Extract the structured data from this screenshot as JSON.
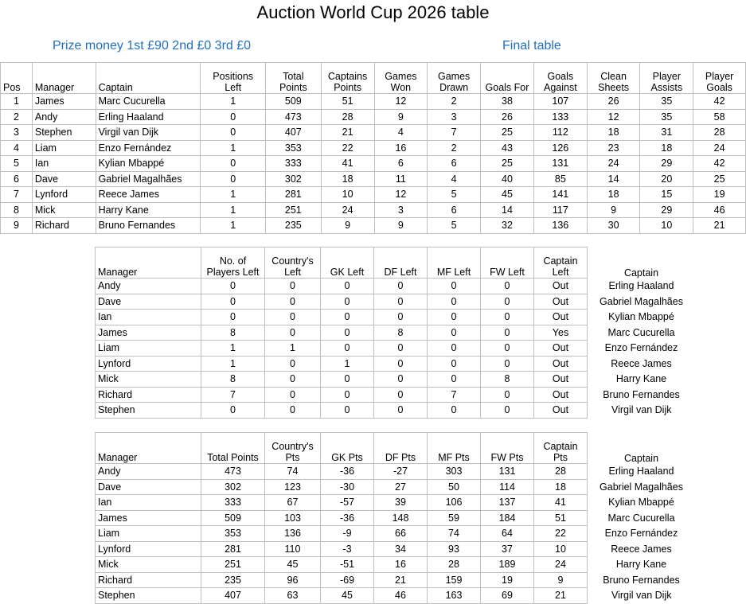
{
  "title": "Auction World Cup 2026 table",
  "prize": "Prize money  1st £90  2nd £0  3rd £0",
  "final": "Final table",
  "table1": {
    "headers": [
      [
        "",
        "Pos"
      ],
      [
        "",
        "Manager"
      ],
      [
        "",
        "Captain"
      ],
      [
        "Positions",
        "Left"
      ],
      [
        "Total",
        "Points"
      ],
      [
        "Captains",
        "Points"
      ],
      [
        "Games",
        "Won"
      ],
      [
        "Games",
        "Drawn"
      ],
      [
        "",
        "Goals For"
      ],
      [
        "Goals",
        "Against"
      ],
      [
        "Clean",
        "Sheets"
      ],
      [
        "Player",
        "Assists"
      ],
      [
        "Player",
        "Goals"
      ]
    ],
    "rows": [
      [
        "1",
        "James",
        "Marc Cucurella",
        "1",
        "509",
        "51",
        "12",
        "2",
        "38",
        "107",
        "26",
        "35",
        "42"
      ],
      [
        "2",
        "Andy",
        "Erling Haaland",
        "0",
        "473",
        "28",
        "9",
        "3",
        "26",
        "133",
        "12",
        "35",
        "58"
      ],
      [
        "3",
        "Stephen",
        "Virgil van Dijk",
        "0",
        "407",
        "21",
        "4",
        "7",
        "25",
        "112",
        "18",
        "31",
        "28"
      ],
      [
        "4",
        "Liam",
        "Enzo Fernández",
        "1",
        "353",
        "22",
        "16",
        "2",
        "43",
        "126",
        "23",
        "18",
        "24"
      ],
      [
        "5",
        "Ian",
        "Kylian Mbappé",
        "0",
        "333",
        "41",
        "6",
        "6",
        "25",
        "131",
        "24",
        "29",
        "42"
      ],
      [
        "6",
        "Dave",
        "Gabriel Magalhães",
        "0",
        "302",
        "18",
        "11",
        "4",
        "40",
        "85",
        "14",
        "20",
        "25"
      ],
      [
        "7",
        "Lynford",
        "Reece James",
        "1",
        "281",
        "10",
        "12",
        "5",
        "45",
        "141",
        "18",
        "15",
        "19"
      ],
      [
        "8",
        "Mick",
        "Harry Kane",
        "1",
        "251",
        "24",
        "3",
        "6",
        "14",
        "117",
        "9",
        "29",
        "46"
      ],
      [
        "9",
        "Richard",
        "Bruno Fernandes",
        "1",
        "235",
        "9",
        "9",
        "5",
        "32",
        "136",
        "30",
        "10",
        "21"
      ]
    ]
  },
  "table2": {
    "headers": [
      [
        "",
        "Manager"
      ],
      [
        "No. of",
        "Players Left"
      ],
      [
        "Country's",
        "Left"
      ],
      [
        "",
        "GK Left"
      ],
      [
        "",
        "DF Left"
      ],
      [
        "",
        "MF Left"
      ],
      [
        "",
        "FW Left"
      ],
      [
        "Captain",
        "Left"
      ],
      [
        "",
        "Captain"
      ]
    ],
    "rows": [
      [
        "Andy",
        "0",
        "0",
        "0",
        "0",
        "0",
        "0",
        "Out",
        "Erling Haaland"
      ],
      [
        "Dave",
        "0",
        "0",
        "0",
        "0",
        "0",
        "0",
        "Out",
        "Gabriel Magalhães"
      ],
      [
        "Ian",
        "0",
        "0",
        "0",
        "0",
        "0",
        "0",
        "Out",
        "Kylian Mbappé"
      ],
      [
        "James",
        "8",
        "0",
        "0",
        "8",
        "0",
        "0",
        "Yes",
        "Marc Cucurella"
      ],
      [
        "Liam",
        "1",
        "1",
        "0",
        "0",
        "0",
        "0",
        "Out",
        "Enzo Fernández"
      ],
      [
        "Lynford",
        "1",
        "0",
        "1",
        "0",
        "0",
        "0",
        "Out",
        "Reece James"
      ],
      [
        "Mick",
        "8",
        "0",
        "0",
        "0",
        "0",
        "8",
        "Out",
        "Harry Kane"
      ],
      [
        "Richard",
        "7",
        "0",
        "0",
        "0",
        "7",
        "0",
        "Out",
        "Bruno Fernandes"
      ],
      [
        "Stephen",
        "0",
        "0",
        "0",
        "0",
        "0",
        "0",
        "Out",
        "Virgil van Dijk"
      ]
    ]
  },
  "table3": {
    "headers": [
      [
        "",
        "Manager"
      ],
      [
        "",
        "Total Points"
      ],
      [
        "Country's",
        "Pts"
      ],
      [
        "",
        "GK Pts"
      ],
      [
        "",
        "DF Pts"
      ],
      [
        "",
        "MF Pts"
      ],
      [
        "",
        "FW Pts"
      ],
      [
        "Captain",
        "Pts"
      ],
      [
        "",
        "Captain"
      ]
    ],
    "rows": [
      [
        "Andy",
        "473",
        "74",
        "-36",
        "-27",
        "303",
        "131",
        "28",
        "Erling Haaland"
      ],
      [
        "Dave",
        "302",
        "123",
        "-30",
        "27",
        "50",
        "114",
        "18",
        "Gabriel Magalhães"
      ],
      [
        "Ian",
        "333",
        "67",
        "-57",
        "39",
        "106",
        "137",
        "41",
        "Kylian Mbappé"
      ],
      [
        "James",
        "509",
        "103",
        "-36",
        "148",
        "59",
        "184",
        "51",
        "Marc Cucurella"
      ],
      [
        "Liam",
        "353",
        "136",
        "-9",
        "66",
        "74",
        "64",
        "22",
        "Enzo Fernández"
      ],
      [
        "Lynford",
        "281",
        "110",
        "-3",
        "34",
        "93",
        "37",
        "10",
        "Reece James"
      ],
      [
        "Mick",
        "251",
        "45",
        "-51",
        "16",
        "28",
        "189",
        "24",
        "Harry Kane"
      ],
      [
        "Richard",
        "235",
        "96",
        "-69",
        "21",
        "159",
        "19",
        "9",
        "Bruno Fernandes"
      ],
      [
        "Stephen",
        "407",
        "63",
        "45",
        "46",
        "163",
        "69",
        "21",
        "Virgil van Dijk"
      ]
    ]
  }
}
